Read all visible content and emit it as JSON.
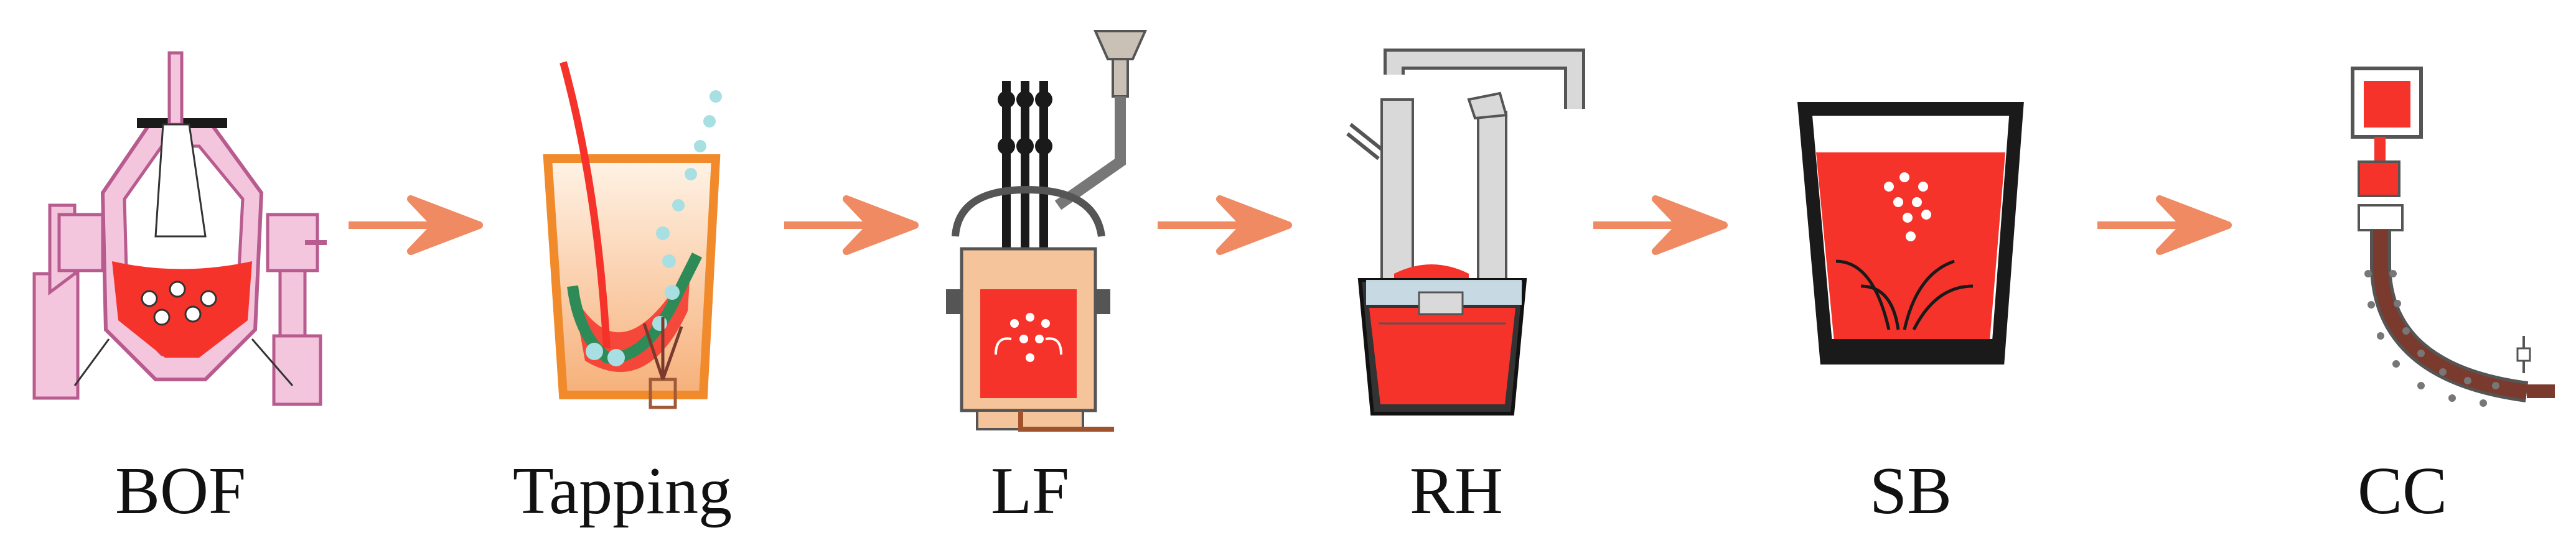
{
  "stages": [
    {
      "id": "bof",
      "label": "BOF"
    },
    {
      "id": "tapping",
      "label": "Tapping"
    },
    {
      "id": "lf",
      "label": "LF"
    },
    {
      "id": "rh",
      "label": "RH"
    },
    {
      "id": "sb",
      "label": "SB"
    },
    {
      "id": "cc",
      "label": "CC"
    }
  ],
  "colors": {
    "molten_steel": "#f5332a",
    "vessel_pink": "#f3c6dd",
    "vessel_pink_stroke": "#b85b8e",
    "arrow": "#ef8a63",
    "refractory_orange": "#f6c49a",
    "slag_green": "#2e8b57",
    "bubble": "#a8dfe3",
    "snorkel_gray": "#d9d9d9",
    "ladle_black": "#1a1a1a",
    "strand_brown": "#7a3b2e"
  }
}
